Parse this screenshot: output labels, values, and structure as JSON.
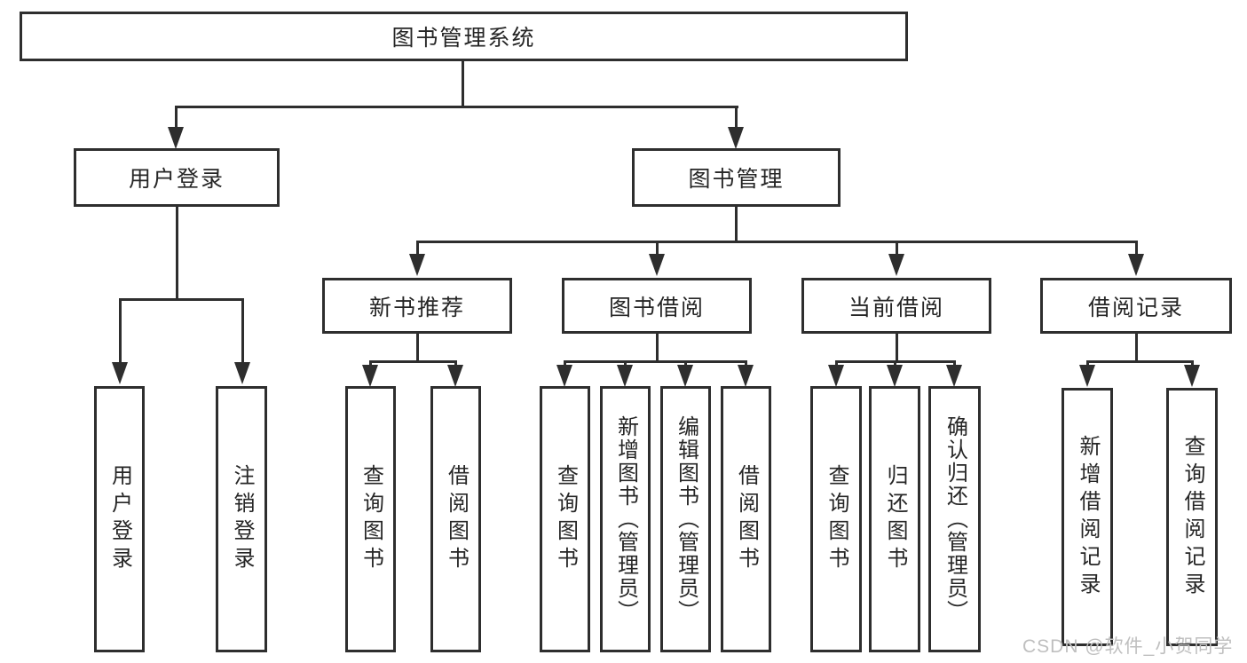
{
  "diagram": {
    "root": {
      "label": "图书管理系统"
    },
    "branches": [
      {
        "label": "用户登录",
        "leaves": [
          {
            "label": "用户登录"
          },
          {
            "label": "注销登录"
          }
        ]
      },
      {
        "label": "图书管理",
        "groups": [
          {
            "label": "新书推荐",
            "leaves": [
              {
                "label": "查询图书"
              },
              {
                "label": "借阅图书"
              }
            ]
          },
          {
            "label": "图书借阅",
            "leaves": [
              {
                "label": "查询图书"
              },
              {
                "label": "新增图书（管理员）"
              },
              {
                "label": "编辑图书（管理员）"
              },
              {
                "label": "借阅图书"
              }
            ]
          },
          {
            "label": "当前借阅",
            "leaves": [
              {
                "label": "查询图书"
              },
              {
                "label": "归还图书"
              },
              {
                "label": "确认归还（管理员）"
              }
            ]
          },
          {
            "label": "借阅记录",
            "leaves": [
              {
                "label": "新增借阅记录"
              },
              {
                "label": "查询借阅记录"
              }
            ]
          }
        ]
      }
    ]
  },
  "watermark": {
    "text": "CSDN @软件_小贺同学"
  },
  "colors": {
    "line": "#2e2e2e",
    "text": "#262626",
    "box_bg": "#ffffff",
    "page_bg": "#ffffff",
    "watermark": "#bfbfbf"
  }
}
